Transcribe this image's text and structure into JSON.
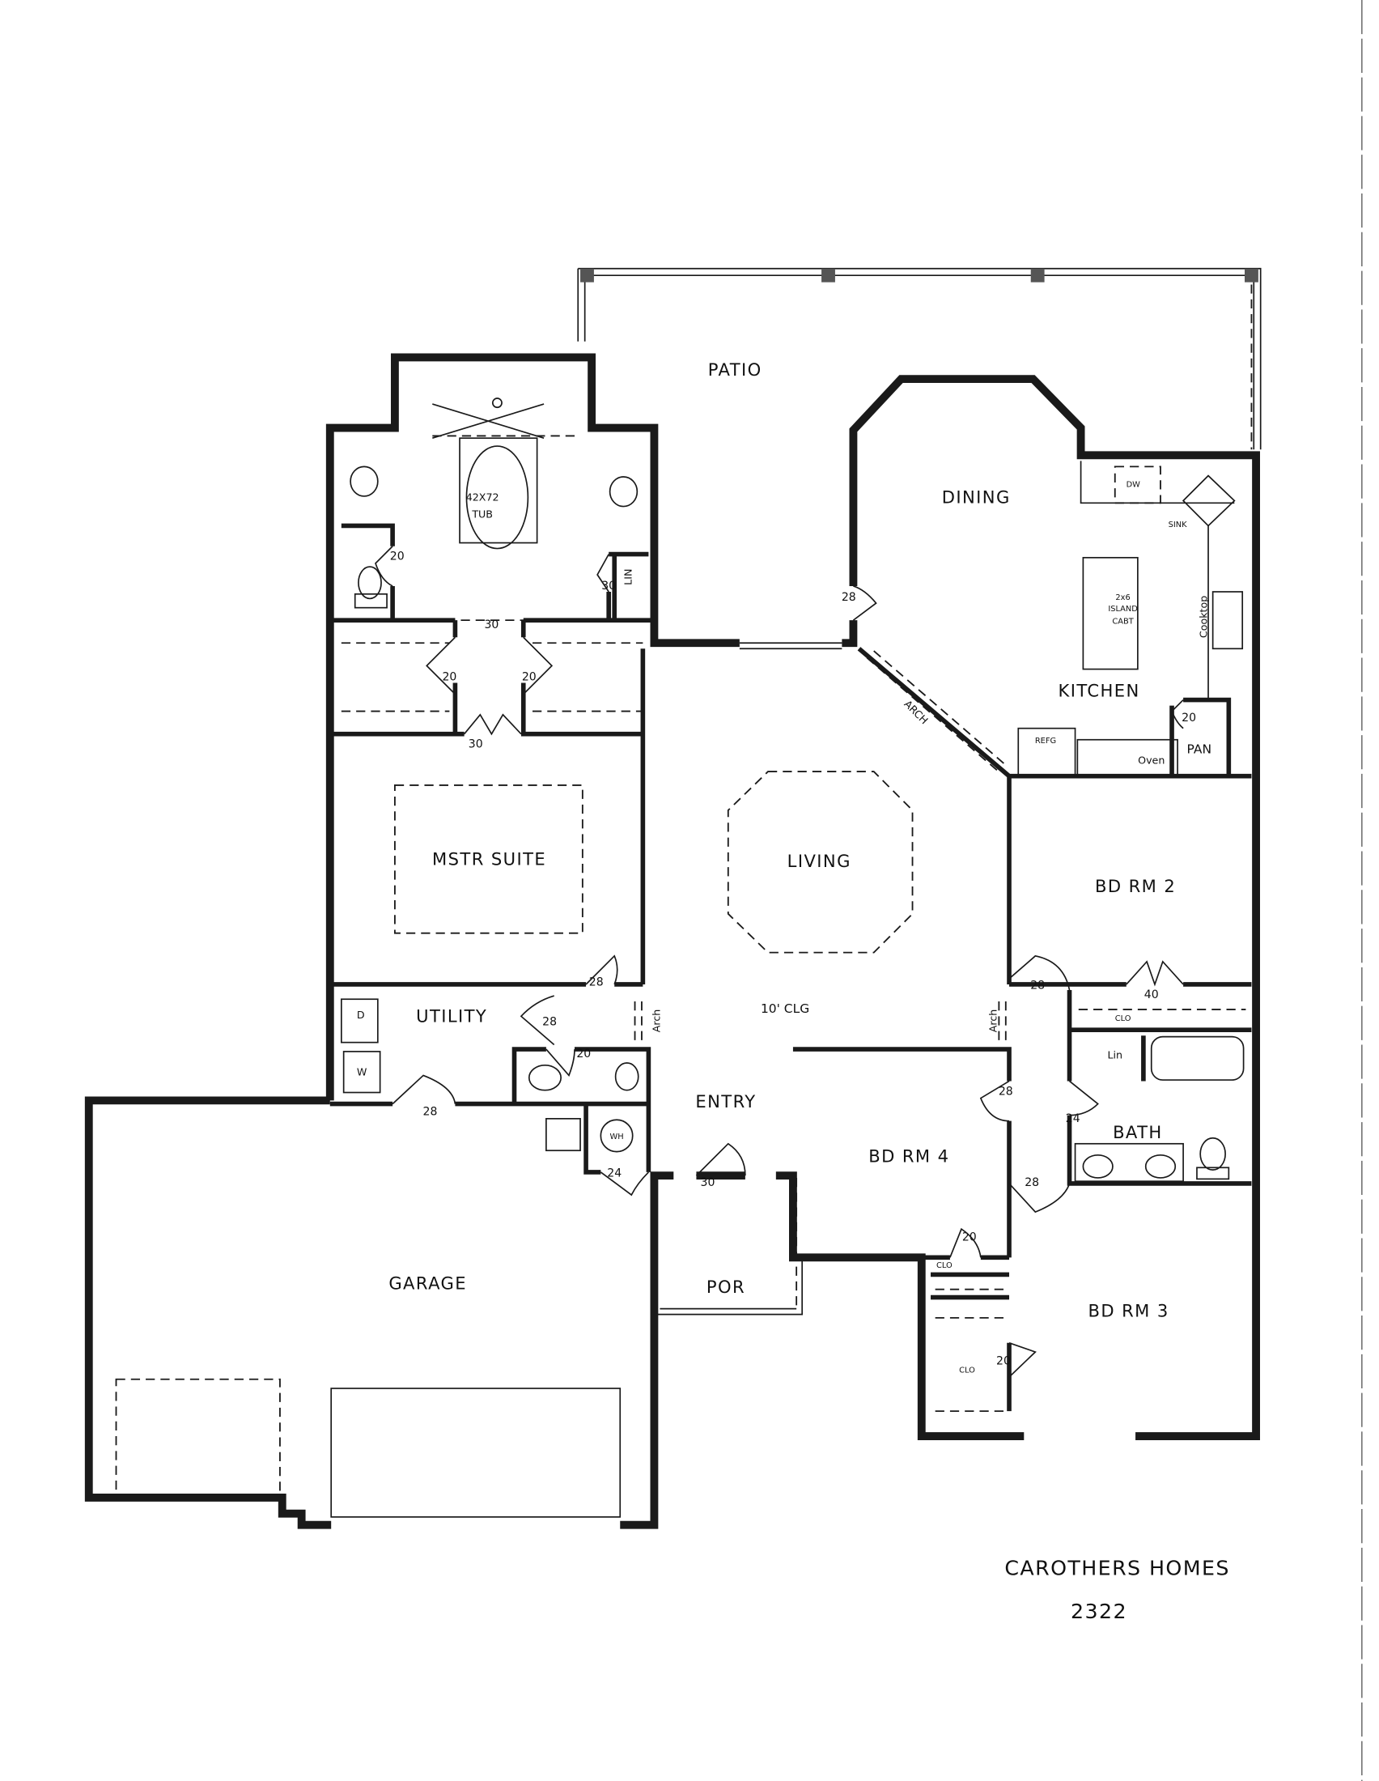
{
  "rooms": {
    "patio": "PATIO",
    "dining": "DINING",
    "kitchen": "KITCHEN",
    "master_suite": "MSTR SUITE",
    "living": "LIVING",
    "bedroom_2": "BD RM 2",
    "utility": "UTILITY",
    "ceiling": "10' CLG",
    "entry": "ENTRY",
    "bath": "BATH",
    "bedroom_4": "BD RM 4",
    "garage": "GARAGE",
    "porch": "POR",
    "bedroom_3": "BD RM 3"
  },
  "fixtures": {
    "tub_size": "42X72",
    "tub": "TUB",
    "master_linen": "LIN",
    "dishwasher": "DW",
    "sink": "SINK",
    "island_1": "2x6",
    "island_2": "ISLAND",
    "island_3": "CABT",
    "cooktop": "Cooktop",
    "refrigerator": "REFG",
    "oven": "Oven",
    "pantry": "PAN",
    "closet_hall": "CLO",
    "linen_hall": "Lin",
    "closet_bd4": "CLO",
    "closet_bd3": "CLO",
    "dryer": "D",
    "washer": "W",
    "water_heater": "WH",
    "arch_living_left": "Arch",
    "arch_living_right": "Arch",
    "arch_dining": "ARCH"
  },
  "door_sizes": [
    "20",
    "30",
    "30",
    "20",
    "20",
    "30",
    "28",
    "20",
    "28",
    "28",
    "20",
    "28",
    "24",
    "30",
    "28",
    "40",
    "28",
    "24",
    "28",
    "20",
    "20"
  ],
  "title": {
    "builder": "CAROTHERS HOMES",
    "plan_number": "2322"
  }
}
